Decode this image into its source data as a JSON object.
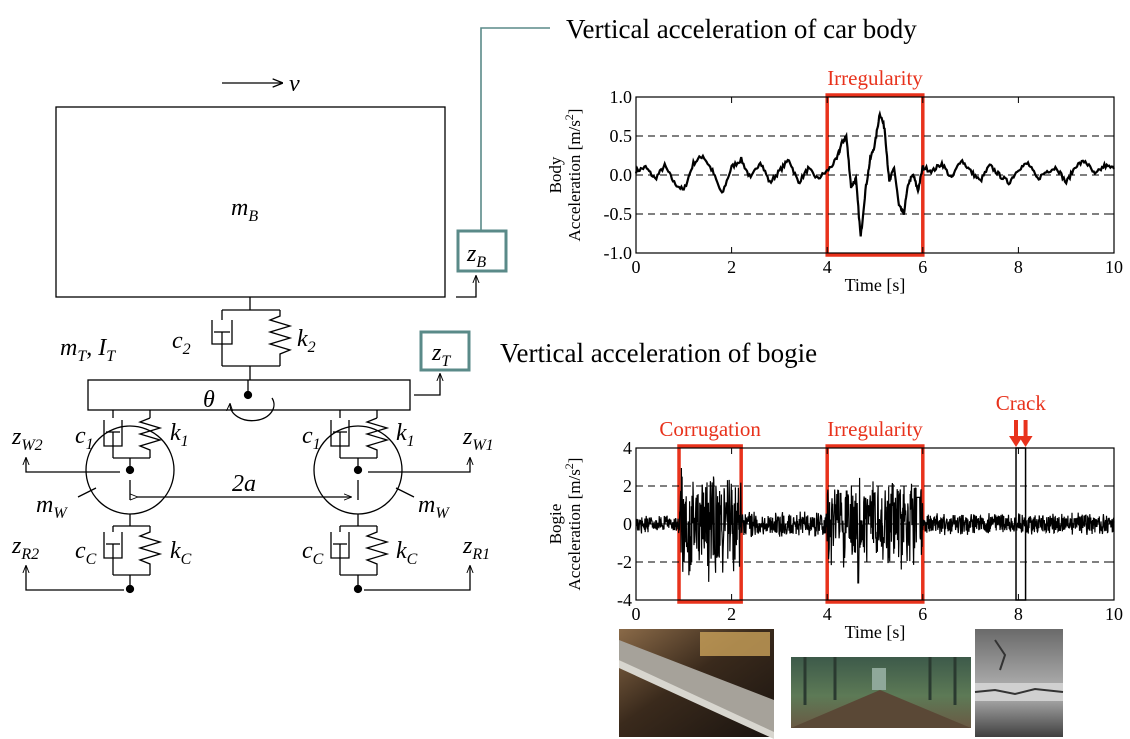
{
  "model": {
    "velocity": "v",
    "body_mass": "m",
    "body_mass_sub": "B",
    "bogie_mass": "m",
    "bogie_mass_sub": "T",
    "bogie_inertia": "I",
    "bogie_inertia_sub": "T",
    "pitch": "θ",
    "c2": "c",
    "c2_sub": "2",
    "k2": "k",
    "k2_sub": "2",
    "c1": "c",
    "c1_sub": "1",
    "k1": "k",
    "k1_sub": "1",
    "cc": "c",
    "cc_sub": "C",
    "kc": "k",
    "kc_sub": "C",
    "wheel_mass": "m",
    "wheel_mass_sub": "W",
    "spacing": "2a",
    "zB": "z",
    "zB_sub": "B",
    "zT": "z",
    "zT_sub": "T",
    "zW1": "z",
    "zW1_sub": "W1",
    "zW2": "z",
    "zW2_sub": "W2",
    "zR1": "z",
    "zR1_sub": "R1",
    "zR2": "z",
    "zR2_sub": "R2"
  },
  "labels": {
    "body_title": "Vertical acceleration of  car body",
    "bogie_title": "Vertical acceleration of bogie"
  },
  "colors": {
    "accent": "#e8321c",
    "box": "#5a8a88",
    "trace": "#000000"
  },
  "chart_data": [
    {
      "type": "line",
      "ylabel_line1": "Body",
      "ylabel_line2": "Acceleration [m/s",
      "ylabel_sup": "2",
      "ylabel_end": "]",
      "xlabel": "Time [s]",
      "xlim": [
        0,
        10
      ],
      "ylim": [
        -1.0,
        1.0
      ],
      "xticks": [
        "0",
        "2",
        "4",
        "6",
        "8",
        "10"
      ],
      "yticks": [
        "1.0",
        "0.5",
        "0.0",
        "-0.5",
        "-1.0"
      ],
      "grid": "dashed horizontal at -0.5, 0, 0.5",
      "annotations": [
        {
          "label": "Irregularity",
          "x0": 4.0,
          "x1": 6.0
        }
      ],
      "series": [
        {
          "x": [
            0,
            0.2,
            0.4,
            0.6,
            0.8,
            1.0,
            1.2,
            1.4,
            1.6,
            1.8,
            2.0,
            2.2,
            2.4,
            2.6,
            2.8,
            3.0,
            3.2,
            3.4,
            3.6,
            3.8,
            4.0,
            4.2,
            4.3,
            4.4,
            4.5,
            4.6,
            4.7,
            4.8,
            4.9,
            5.0,
            5.1,
            5.2,
            5.3,
            5.4,
            5.5,
            5.6,
            5.7,
            5.8,
            5.9,
            6.0,
            6.2,
            6.4,
            6.6,
            6.8,
            7.0,
            7.2,
            7.4,
            7.6,
            7.8,
            8.0,
            8.2,
            8.4,
            8.6,
            8.8,
            9.0,
            9.2,
            9.4,
            9.6,
            9.8,
            10.0
          ],
          "values": [
            0.05,
            0.1,
            -0.05,
            0.12,
            -0.1,
            -0.2,
            0.15,
            0.25,
            0.05,
            -0.25,
            0.1,
            0.2,
            -0.05,
            0.18,
            -0.1,
            0.05,
            0.2,
            -0.1,
            0.08,
            -0.05,
            0.05,
            0.2,
            0.4,
            0.5,
            -0.15,
            -0.05,
            -0.8,
            -0.2,
            0.2,
            0.4,
            0.8,
            0.6,
            -0.1,
            0.1,
            -0.4,
            -0.5,
            -0.1,
            0.0,
            -0.2,
            0.1,
            0.05,
            0.15,
            -0.05,
            0.2,
            0.05,
            -0.08,
            0.12,
            0.0,
            -0.1,
            0.08,
            0.15,
            -0.05,
            0.05,
            0.1,
            -0.1,
            0.12,
            0.18,
            0.0,
            0.12,
            0.08
          ]
        }
      ]
    },
    {
      "type": "line",
      "ylabel_line1": "Bogie",
      "ylabel_line2": "Acceleration [m/s",
      "ylabel_sup": "2",
      "ylabel_end": "]",
      "xlabel": "Time [s]",
      "xlim": [
        0,
        10
      ],
      "ylim": [
        -4,
        4
      ],
      "xticks": [
        "0",
        "2",
        "4",
        "6",
        "8",
        "10"
      ],
      "yticks": [
        "4",
        "2",
        "0",
        "-2",
        "-4"
      ],
      "grid": "dashed horizontal at -2, 0, 2",
      "annotations": [
        {
          "label": "Corrugation",
          "x0": 0.9,
          "x1": 2.2
        },
        {
          "label": "Irregularity",
          "x0": 4.0,
          "x1": 6.0
        },
        {
          "label": "Crack",
          "x0": 7.95,
          "x1": 8.15
        }
      ],
      "amplitude_profile": [
        {
          "x0": 0.0,
          "x1": 0.9,
          "amp": 0.5
        },
        {
          "x0": 0.9,
          "x1": 2.2,
          "amp": 3.0
        },
        {
          "x0": 2.2,
          "x1": 4.0,
          "amp": 0.7
        },
        {
          "x0": 4.0,
          "x1": 6.0,
          "amp": 2.4
        },
        {
          "x0": 6.0,
          "x1": 10.0,
          "amp": 0.6
        }
      ]
    }
  ],
  "photos": [
    {
      "name": "corrugation-photo"
    },
    {
      "name": "irregularity-photo"
    },
    {
      "name": "crack-photo"
    }
  ]
}
